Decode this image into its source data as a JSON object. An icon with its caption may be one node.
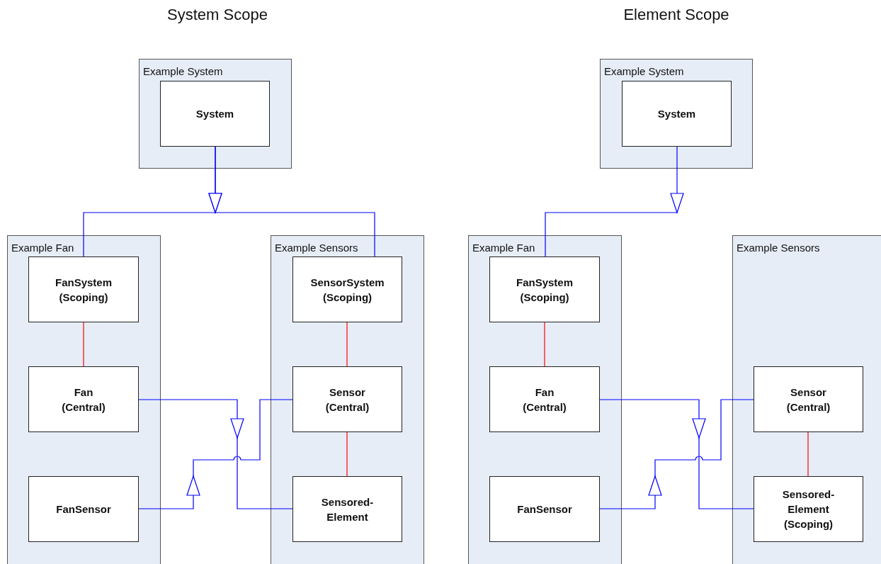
{
  "diagram": {
    "nodes": [
      {
        "text": [
          "Example System"
        ]
      },
      {
        "text": [
          "System"
        ],
        "in": 0
      },
      {
        "text": [
          "Example Fan"
        ]
      },
      {
        "text": [
          "FanSystem (Scoping)"
        ],
        "in": 2
      },
      {
        "text": [
          "Fan (Central)"
        ],
        "in": 2
      },
      {
        "text": [
          "FanSensor"
        ],
        "in": 2
      },
      {
        "text": [
          "Example Sensors"
        ]
      },
      {
        "text": [
          "SensorSystem (Scoping)"
        ],
        "in": 6
      },
      {
        "text": [
          "Sensor (Central)"
        ],
        "in": 6
      },
      {
        "text": [
          "Sensored- Element"
        ],
        "in": 6
      },
      {
        "text": [
          "Example System"
        ]
      },
      {
        "text": [
          "System"
        ],
        "in": 10
      },
      {
        "text": [
          "Example Fan"
        ]
      },
      {
        "text": [
          "FanSystem (Scoping)"
        ],
        "in": 12
      },
      {
        "text": [
          "Fan (Central)"
        ],
        "in": 12
      },
      {
        "text": [
          "FanSensor"
        ],
        "in": 12
      },
      {
        "text": [
          "Example Sensors"
        ]
      },
      {
        "text": [
          "Sensor (Central)"
        ],
        "in": 16
      },
      {
        "text": [
          "Sensored- Element (Scoping)"
        ],
        "in": 16
      }
    ],
    "edges": [
      {
        "from": 1,
        "to": 3,
        "arrow": "to"
      },
      {
        "from": 1,
        "to": 7,
        "arrow": "to"
      },
      {
        "from": 3,
        "to": 4,
        "arrow": "none",
        "color": "#ff0000"
      },
      {
        "from": 7,
        "to": 8,
        "arrow": "none",
        "color": "#ff0000"
      },
      {
        "from": 8,
        "to": 9,
        "arrow": "none",
        "color": "#ff0000"
      },
      {
        "from": 4,
        "to": 9,
        "arrow": "to"
      },
      {
        "from": 5,
        "to": 8,
        "arrow": "to"
      },
      {
        "from": 11,
        "to": 13,
        "arrow": "to"
      },
      {
        "from": 13,
        "to": 14,
        "arrow": "none",
        "color": "#ff0000"
      },
      {
        "from": 17,
        "to": 18,
        "arrow": "none",
        "color": "#ff0000"
      },
      {
        "from": 14,
        "to": 18,
        "arrow": "to"
      },
      {
        "from": 15,
        "to": 17,
        "arrow": "to"
      }
    ],
    "labels": [
      "System Scope",
      "Element Scope"
    ]
  }
}
